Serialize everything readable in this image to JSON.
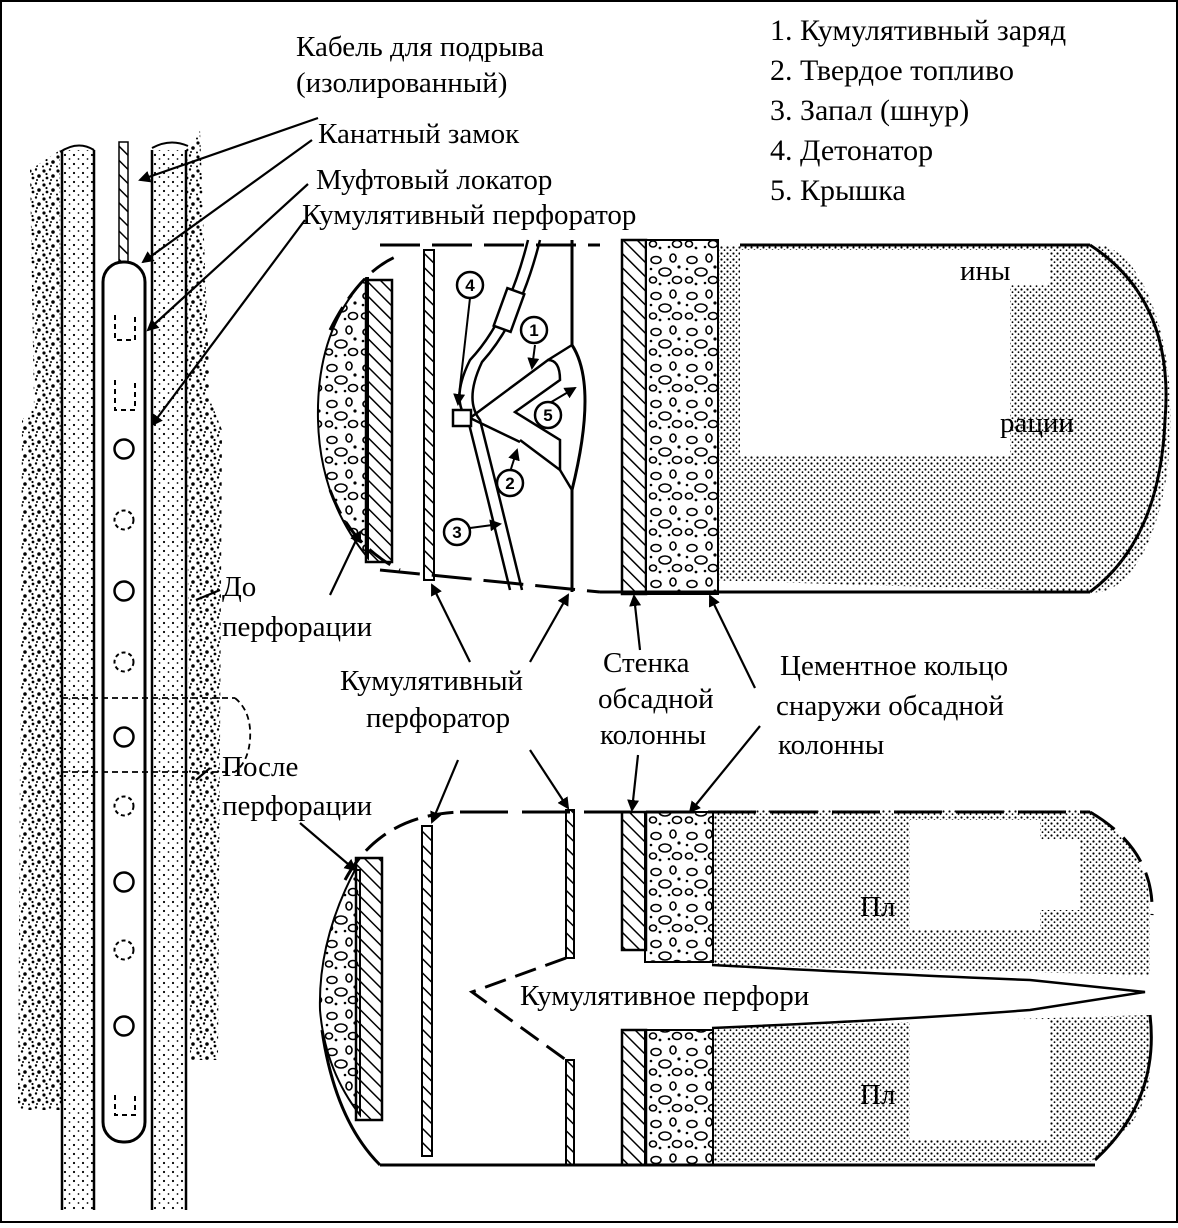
{
  "legend": [
    "1. Кумулятивный заряд",
    "2. Твердое топливо",
    "3. Запал (шнур)",
    "4. Детонатор",
    "5. Крышка"
  ],
  "labels": {
    "cable_line1": "Кабель для подрыва",
    "cable_line2": "(изолированный)",
    "rope_lock": "Канатный замок",
    "collar_locator": "Муфтовый локатор",
    "perforator_top": "Кумулятивный перфоратор",
    "before_line1": "До",
    "before_line2": "перфорации",
    "after_line1": "После",
    "after_line2": "перфорации",
    "perforator_mid_line1": "Кумулятивный",
    "perforator_mid_line2": "перфоратор",
    "casing_wall_line1": "Стенка",
    "casing_wall_line2": "обсадной",
    "casing_wall_line3": "колонны",
    "cement_line1": "Цементное кольцо",
    "cement_line2": "снаружи обсадной",
    "cement_line3": "колонны",
    "formation_top_partial": "ины",
    "perforation_top_partial": "рации",
    "channel": "Кумулятивное перфори",
    "formation_bottom_1": "Пл",
    "formation_bottom_2": "Пл"
  },
  "callouts": [
    "1",
    "2",
    "3",
    "4",
    "5"
  ]
}
